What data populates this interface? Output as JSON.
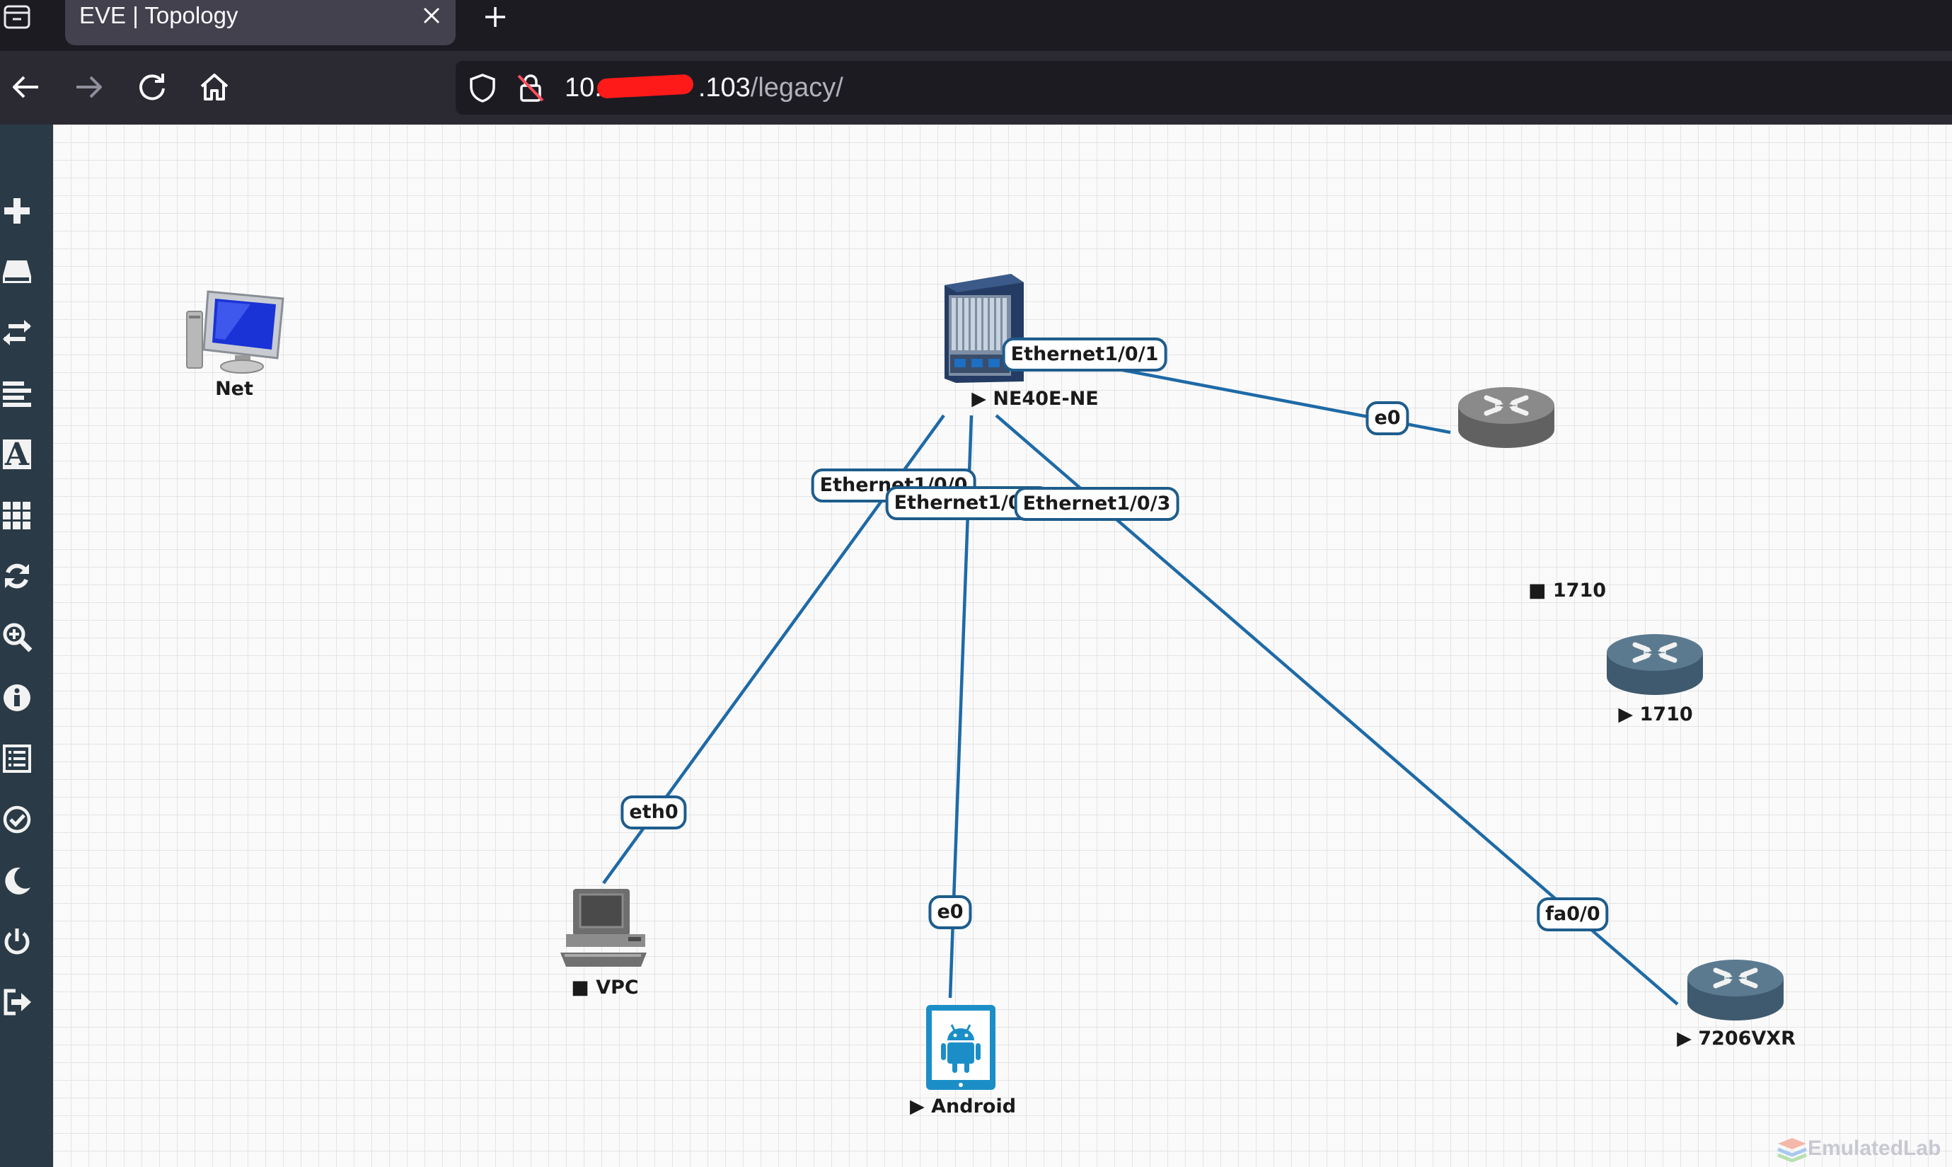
{
  "browser": {
    "tab_title": "EVE | Topology",
    "url_host": "10.",
    "url_host_tail": ".103",
    "url_path": "/legacy/"
  },
  "sidebar": {
    "text_tool_letter": "A"
  },
  "topology": {
    "nodes": {
      "net": {
        "name": "Net"
      },
      "ne40e": {
        "name": "▶ NE40E-NE"
      },
      "r1710_top": {
        "name": "■ 1710"
      },
      "r1710_mid": {
        "name": "▶ 1710"
      },
      "vpc": {
        "name": "■ VPC"
      },
      "android": {
        "name": "▶ Android"
      },
      "r7206": {
        "name": "▶ 7206VXR"
      }
    },
    "interfaces": {
      "ne_eth1_0_1": "Ethernet1/0/1",
      "r1710_e0": "e0",
      "ne_eth1_0_0": "Ethernet1/0/0",
      "ne_eth1_0_2": "Ethernet1/0/2",
      "ne_eth1_0_3": "Ethernet1/0/3",
      "vpc_eth0": "eth0",
      "android_e0": "e0",
      "r7206_fa0_0": "fa0/0"
    },
    "colors": {
      "link": "#1e6aa6",
      "router": "#4f6d80",
      "android": "#1c8ec7"
    }
  },
  "watermark": "EmulatedLab"
}
